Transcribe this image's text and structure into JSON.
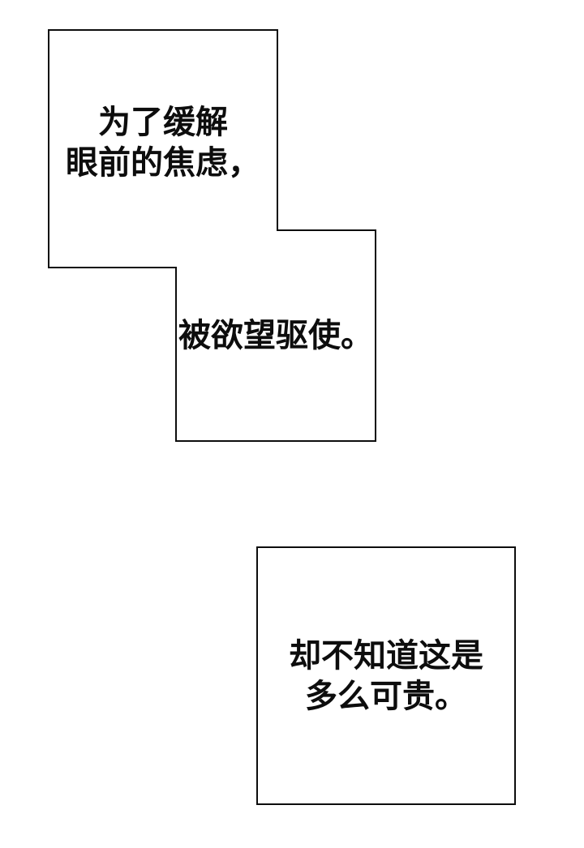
{
  "colors": {
    "background": "#ffffff",
    "panel_fill": "#ffffff",
    "line": "#0d0d0d",
    "text": "#0d0d0d"
  },
  "panels": [
    {
      "id": "top-staircase-upper",
      "lines": [
        "为了缓解",
        "眼前的焦虑，"
      ]
    },
    {
      "id": "top-staircase-lower",
      "lines": [
        "被欲望驱使。"
      ]
    },
    {
      "id": "bottom-square",
      "lines": [
        "却不知道这是",
        "多么可贵。"
      ]
    }
  ]
}
